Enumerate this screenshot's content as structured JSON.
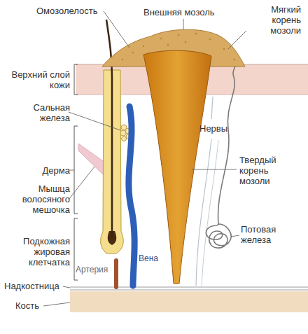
{
  "diagram": {
    "labels": [
      "Омозолелость",
      "Внешняя мозоль",
      "Мягкий корень мозоли",
      "Верхний слой кожи",
      "Сальная железа",
      "Нервы",
      "Дерма",
      "Твердый корень мозоли",
      "Мышца волосяного мешочка",
      "Потовая железа",
      "Подкожная жировая клетчатка",
      "Артерия",
      "Вена",
      "Надкостница",
      "Кость"
    ]
  }
}
